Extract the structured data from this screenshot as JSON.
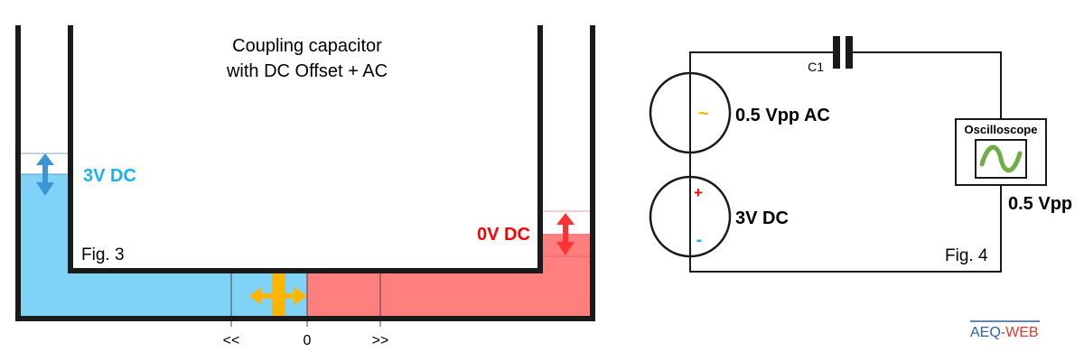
{
  "fig3": {
    "title_line1": "Coupling capacitor",
    "title_line2": "with DC Offset + AC",
    "left_label": "3V DC",
    "right_label": "0V DC",
    "fig_label": "Fig. 3",
    "scale": {
      "left": "<<",
      "center": "0",
      "right": ">>"
    },
    "colors": {
      "blue": "#7fd3f7",
      "red": "#ff7f7f",
      "blue_arrow": "#3d95d6",
      "red_arrow": "#ff3333",
      "orange": "#ffb400",
      "blue_text": "#1ab0ee",
      "red_text": "#ff0000"
    }
  },
  "fig4": {
    "capacitor_label": "C1",
    "ac_source_label": "0.5 Vpp AC",
    "ac_symbol": "~",
    "dc_source_label": "3V DC",
    "dc_plus": "+",
    "dc_minus": "-",
    "scope_title": "Oscilloscope",
    "scope_reading": "0.5 Vpp",
    "fig_label": "Fig. 4",
    "colors": {
      "ac_symbol": "#ffb400",
      "plus": "#ff0000",
      "minus": "#1ab0ee",
      "scope_wave": "#70ad47"
    }
  },
  "logo": {
    "text_part1": "AEQ-",
    "text_part2": "WEB",
    "color1": "#2e5fa8",
    "color2": "#e03c31"
  }
}
